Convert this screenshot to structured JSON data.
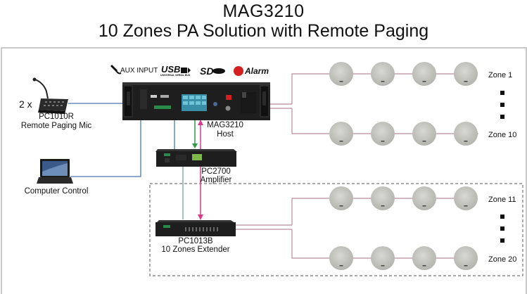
{
  "title": {
    "model": "MAG3210",
    "subtitle": "10 Zones PA Solution with Remote Paging"
  },
  "feature_logos": [
    {
      "name": "aux-input",
      "label": "AUX INPUT"
    },
    {
      "name": "usb",
      "label": "USB",
      "sub": "UNIVERSAL SERIAL BUS"
    },
    {
      "name": "sd",
      "label": "SD"
    },
    {
      "name": "alarm",
      "label": "Alarm"
    }
  ],
  "devices": {
    "remote_mic": {
      "quantity": "2 x",
      "model": "PC1010R",
      "desc": "Remote Paging Mic"
    },
    "computer": {
      "desc": "Computer Control"
    },
    "host": {
      "model": "MAG3210",
      "desc": "Host"
    },
    "amplifier": {
      "model": "PC2700",
      "desc": "Amplifier"
    },
    "extender": {
      "model": "PC1013B",
      "desc": "10 Zones Extender"
    }
  },
  "zones": {
    "group1": {
      "first": "Zone 1",
      "last": "Zone 10",
      "speakers_per_row": 4
    },
    "group2": {
      "first": "Zone 11",
      "last": "Zone 20",
      "speakers_per_row": 4
    }
  },
  "colors": {
    "control_line": "#4a78b0",
    "amp_input_line": "#2e9a4a",
    "amp_output_line": "#d63b8e",
    "speaker_line": "#b88a9e",
    "alarm_red": "#d42020"
  }
}
